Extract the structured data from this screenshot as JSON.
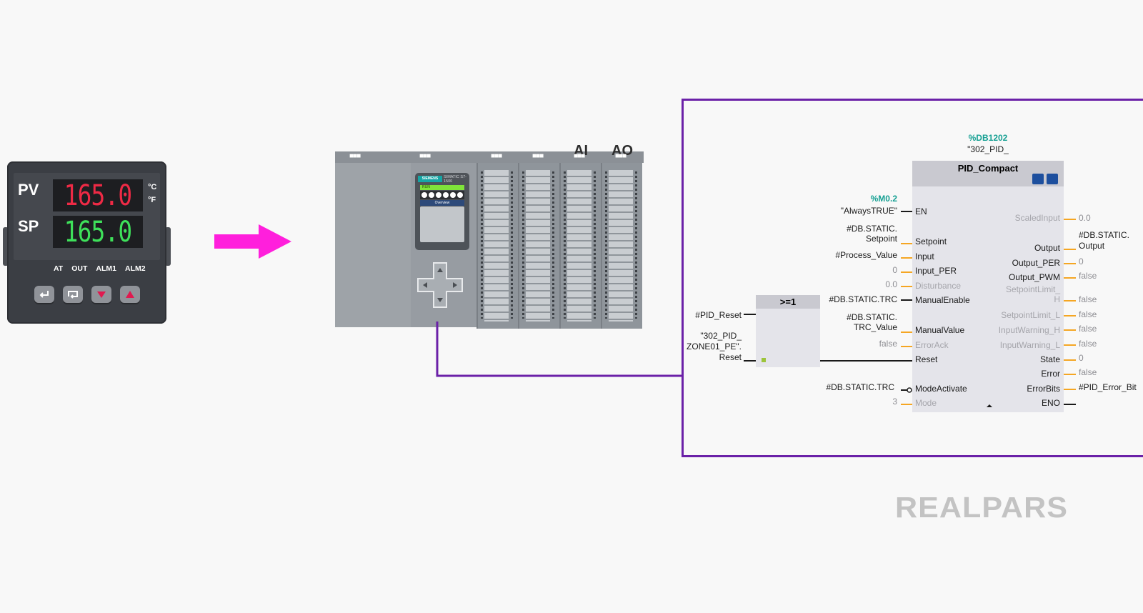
{
  "controller": {
    "pv_label": "PV",
    "sp_label": "SP",
    "pv_value": "165.0",
    "sp_value": "165.0",
    "unit_c": "°C",
    "unit_f": "°F",
    "indicators": [
      "AT",
      "OUT",
      "ALM1",
      "ALM2"
    ],
    "buttons": [
      "enter-icon",
      "cycle-icon",
      "down-arrow-icon",
      "up-arrow-icon"
    ],
    "colors": {
      "pv": "#ee2a45",
      "sp": "#3ee05a"
    }
  },
  "arrow": {
    "color": "#ff1fdc"
  },
  "plc": {
    "brand": "SIEMENS",
    "model": "SIMATIC S7-1500",
    "status": "RUN",
    "screen": "Overview",
    "module_labels": {
      "ai": "AI",
      "ao": "AO"
    }
  },
  "frame": {
    "color": "#6b21a8"
  },
  "or_block": {
    "title": ">=1",
    "inputs": {
      "in1": "#PID_Reset",
      "in2_line1": "\"302_PID_",
      "in2_line2": "ZONE01_PE\".",
      "in2_line3": "Reset"
    }
  },
  "pid_block": {
    "db_address": "%DB1202",
    "db_name": "\"302_PID_",
    "title": "PID_Compact",
    "en_address": "%M0.2",
    "en_tag": "\"AlwaysTRUE\"",
    "inputs": [
      {
        "pin": "EN",
        "value": ""
      },
      {
        "pin": "Setpoint",
        "value_line1": "#DB.STATIC.",
        "value_line2": "Setpoint"
      },
      {
        "pin": "Input",
        "value": "#Process_Value"
      },
      {
        "pin": "Input_PER",
        "value": "0"
      },
      {
        "pin": "Disturbance",
        "value": "0.0"
      },
      {
        "pin": "ManualEnable",
        "value": "#DB.STATIC.TRC"
      },
      {
        "pin": "ManualValue",
        "value_line1": "#DB.STATIC.",
        "value_line2": "TRC_Value"
      },
      {
        "pin": "ErrorAck",
        "value": "false"
      },
      {
        "pin": "Reset",
        "value": ""
      },
      {
        "pin": "ModeActivate",
        "value": "#DB.STATIC.TRC"
      },
      {
        "pin": "Mode",
        "value": "3"
      }
    ],
    "outputs": [
      {
        "pin": "ScaledInput",
        "value": "0.0"
      },
      {
        "pin": "Output",
        "value_line1": "#DB.STATIC.",
        "value_line2": "Output"
      },
      {
        "pin": "Output_PER",
        "value": "0"
      },
      {
        "pin": "Output_PWM",
        "value": "false"
      },
      {
        "pin_line1": "SetpointLimit_",
        "pin_line2": "H",
        "value": "false"
      },
      {
        "pin": "SetpointLimit_L",
        "value": "false"
      },
      {
        "pin": "InputWarning_H",
        "value": "false"
      },
      {
        "pin": "InputWarning_L",
        "value": "false"
      },
      {
        "pin": "State",
        "value": "0"
      },
      {
        "pin": "Error",
        "value": "false"
      },
      {
        "pin": "ErrorBits",
        "value": "#PID_Error_Bit"
      },
      {
        "pin": "ENO",
        "value": ""
      }
    ]
  },
  "brand": "REALPARS"
}
